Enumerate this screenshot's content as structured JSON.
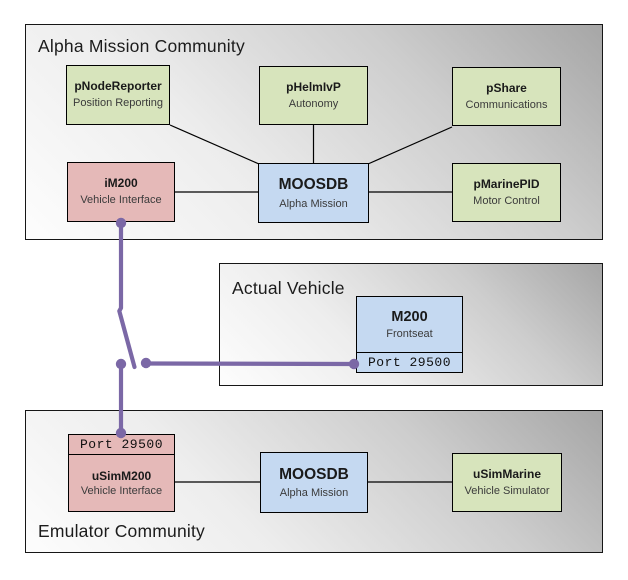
{
  "panels": {
    "alpha": {
      "title": "Alpha Mission Community"
    },
    "actual": {
      "title": "Actual Vehicle"
    },
    "emulator": {
      "title": "Emulator Community"
    }
  },
  "nodes": {
    "pNodeReporter": {
      "title": "pNodeReporter",
      "subtitle": "Position Reporting"
    },
    "pHelmIvP": {
      "title": "pHelmIvP",
      "subtitle": "Autonomy"
    },
    "pShare": {
      "title": "pShare",
      "subtitle": "Communications"
    },
    "iM200": {
      "title": "iM200",
      "subtitle": "Vehicle Interface"
    },
    "moosdbAlpha": {
      "title": "MOOSDB",
      "subtitle": "Alpha Mission"
    },
    "pMarinePID": {
      "title": "pMarinePID",
      "subtitle": "Motor Control"
    },
    "m200": {
      "title": "M200",
      "subtitle": "Frontseat",
      "port": "Port 29500"
    },
    "uSimM200": {
      "title": "uSimM200",
      "subtitle": "Vehicle Interface",
      "port": "Port 29500"
    },
    "moosdbEmulator": {
      "title": "MOOSDB",
      "subtitle": "Alpha Mission"
    },
    "uSimMarine": {
      "title": "uSimMarine",
      "subtitle": "Vehicle Simulator"
    }
  },
  "colors": {
    "process_green": "#d7e4bc",
    "moosdb_blue": "#c5d9f1",
    "interface_pink": "#e5b9b8",
    "panel_gradient_dark": "#a6a6a6",
    "panel_gradient_light": "#fdfdfd",
    "connector_black": "#000000",
    "switch_purple": "#7b68a6"
  }
}
